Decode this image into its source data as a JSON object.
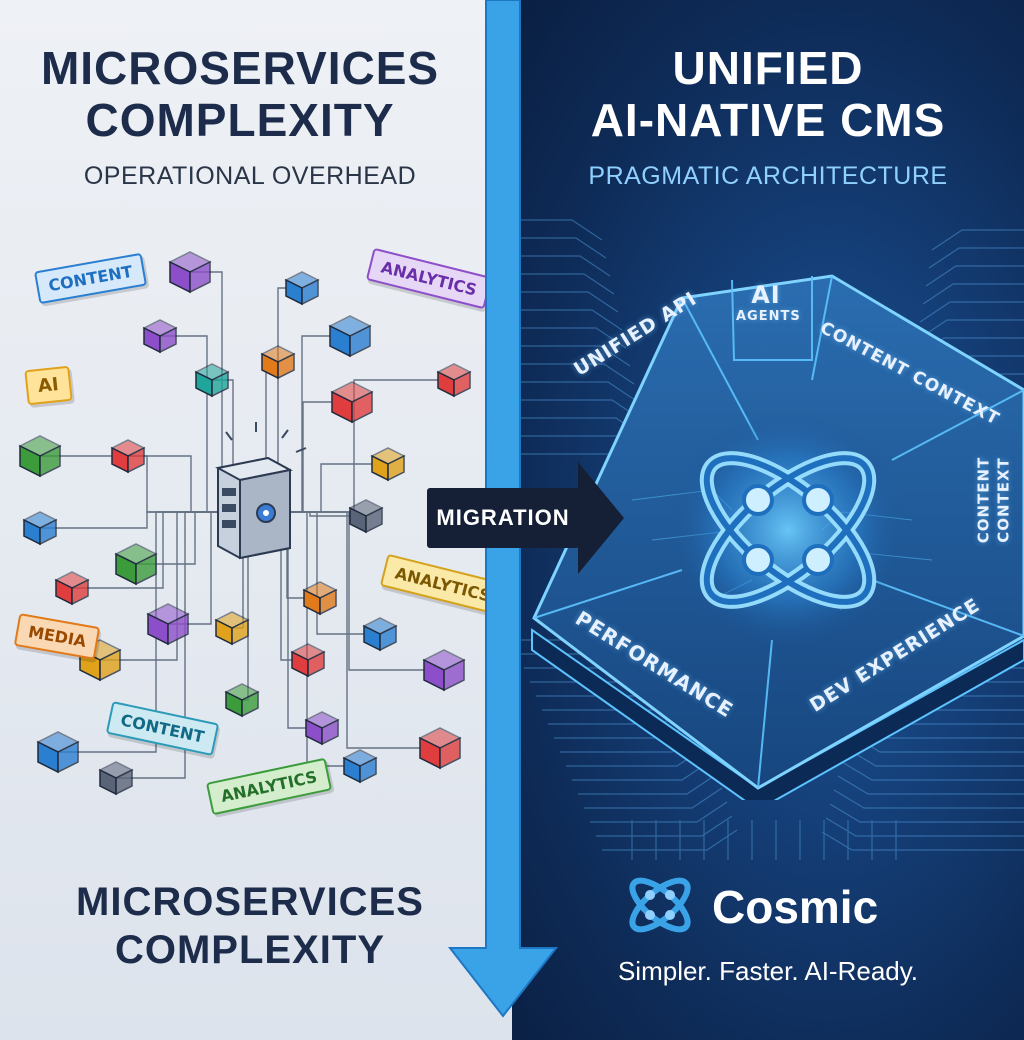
{
  "left": {
    "title_line1": "MICROSERVICES",
    "title_line2": "COMPLEXITY",
    "subtitle": "OPERATIONAL OVERHEAD",
    "tags": [
      {
        "text": "CONTENT",
        "color": "#2b7fd1"
      },
      {
        "text": "ANALYTICS",
        "color": "#8d4fc9"
      },
      {
        "text": "AI",
        "color": "#e0a21a"
      },
      {
        "text": "ANALYTICS",
        "color": "#d4a21c"
      },
      {
        "text": "MEDIA",
        "color": "#e07a1a"
      },
      {
        "text": "CONTENT",
        "color": "#2b9bb8"
      },
      {
        "text": "ANALYTICS",
        "color": "#3c9c3c"
      }
    ],
    "footer_line1": "MICROSERVICES",
    "footer_line2": "COMPLEXITY"
  },
  "migration": {
    "label": "MIGRATION"
  },
  "right": {
    "title_line1": "UNIFIED",
    "title_line2": "AI-NATIVE CMS",
    "subtitle": "PRAGMATIC ARCHITECTURE",
    "platform": {
      "ai_line1": "AI",
      "ai_line2": "AGENTS",
      "unified_api": "UNIFIED API",
      "content_context_top": "CONTENT CONTEXT",
      "content_context_line1": "CONTENT",
      "content_context_line2": "CONTEXT",
      "performance": "PERFORMANCE",
      "dev_experience": "DEV EXPERIENCE"
    },
    "brand": "Cosmic",
    "tagline": "Simpler. Faster. AI-Ready."
  },
  "colors": {
    "left_title": "#1c2c4a",
    "right_title": "#ffffff",
    "right_subtitle": "#8fd0ff",
    "accent_blue": "#3aa3e8"
  }
}
